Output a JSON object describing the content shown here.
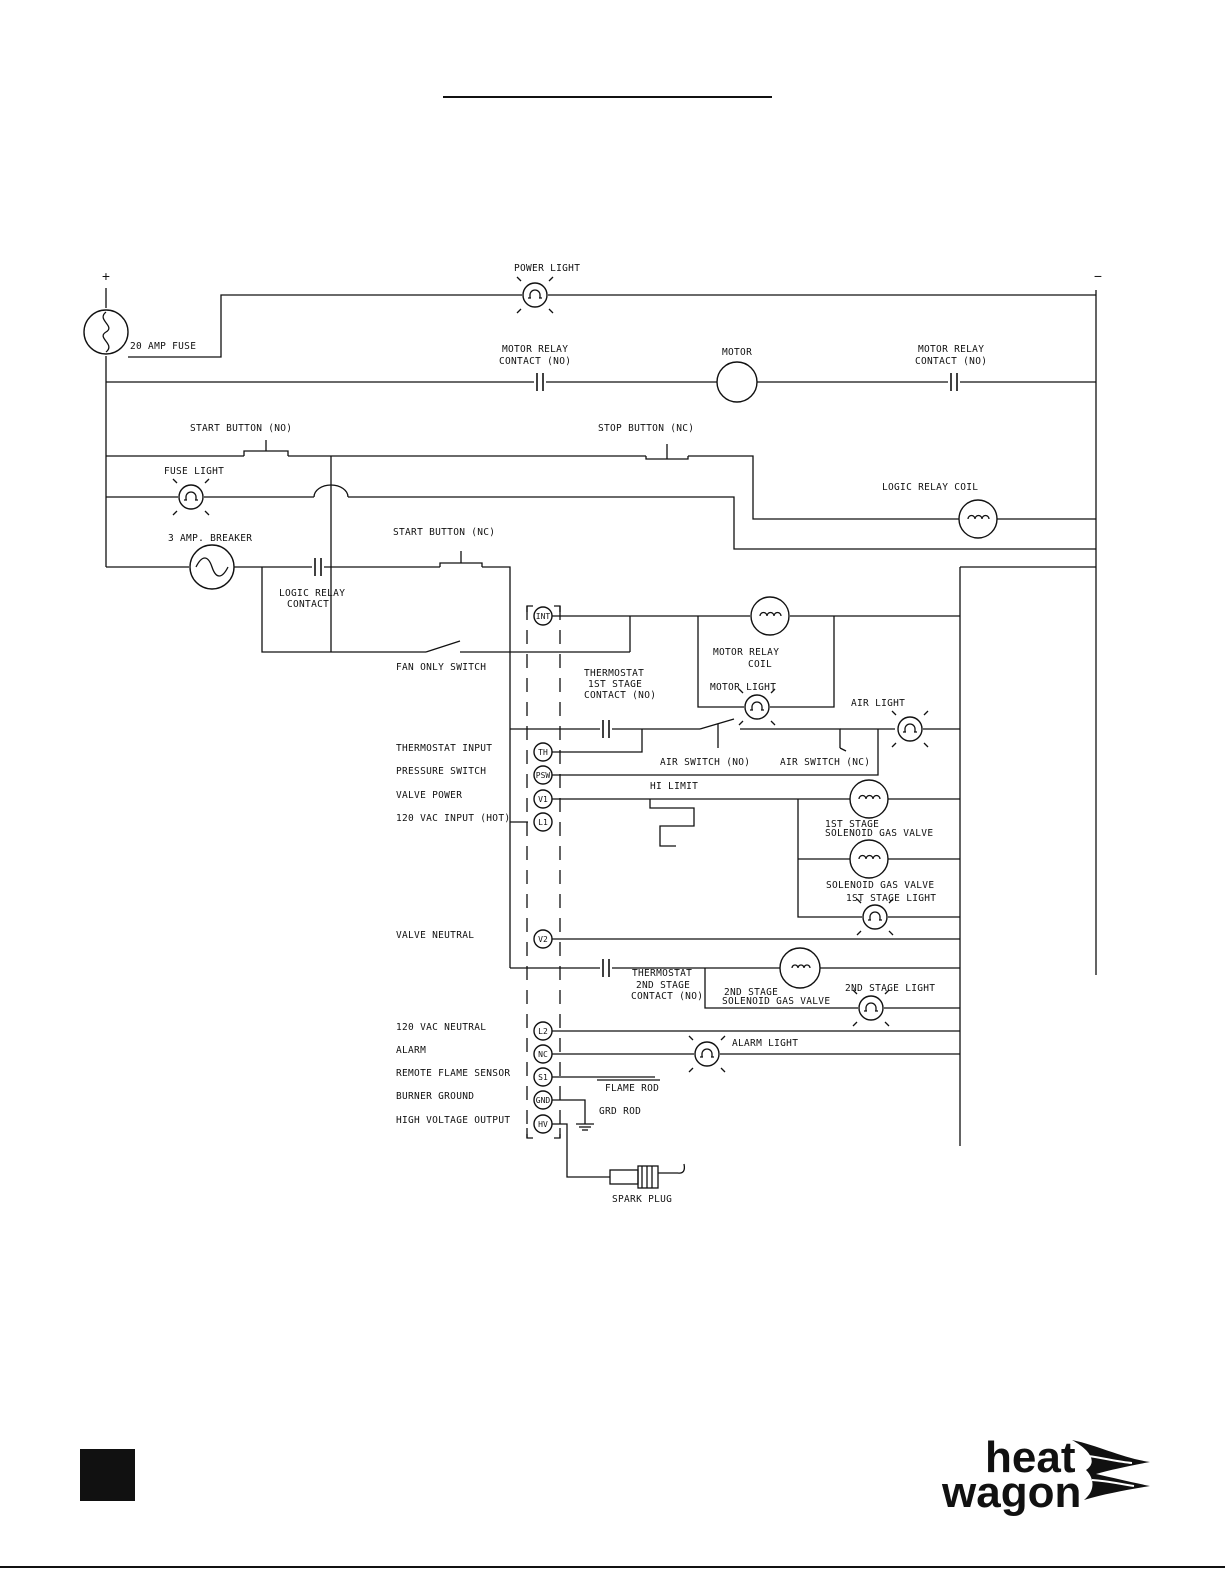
{
  "title": "",
  "polarity": {
    "positive": "+",
    "negative": "−"
  },
  "components": {
    "power_light": "POWER LIGHT",
    "fuse": "20 AMP FUSE",
    "motor_relay_contact_1": [
      "MOTOR RELAY",
      "CONTACT (NO)"
    ],
    "motor": "MOTOR",
    "motor_relay_contact_2": [
      "MOTOR RELAY",
      "CONTACT (NO)"
    ],
    "start_button_no": "START BUTTON (NO)",
    "stop_button_nc": "STOP  BUTTON (NC)",
    "fuse_light": "FUSE LIGHT",
    "logic_relay_coil": "LOGIC RELAY COIL",
    "breaker": "3 AMP. BREAKER",
    "start_button_nc": "START  BUTTON (NC)",
    "logic_relay_contact": [
      "LOGIC RELAY",
      "CONTACT"
    ],
    "fan_only_switch": "FAN ONLY SWITCH",
    "motor_relay_coil": [
      "MOTOR RELAY",
      "COIL"
    ],
    "thermostat_1st": [
      "THERMOSTAT",
      "1ST STAGE",
      "CONTACT (NO)"
    ],
    "motor_light": "MOTOR LIGHT",
    "air_light": "AIR LIGHT",
    "air_switch_no": "AIR SWITCH (NO)",
    "air_switch_nc": "AIR SWITCH (NC)",
    "hi_limit": "HI LIMIT",
    "gas_valve_1st": [
      "1ST STAGE",
      "SOLENOID GAS VALVE"
    ],
    "gas_valve": "SOLENOID GAS VALVE",
    "stage1_light": "1ST STAGE LIGHT",
    "thermostat_2nd": [
      "THERMOSTAT",
      "2ND STAGE",
      "CONTACT (NO)"
    ],
    "gas_valve_2nd": [
      "2ND STAGE",
      "SOLENOID GAS VALVE"
    ],
    "stage2_light": "2ND STAGE LIGHT",
    "alarm_light": "ALARM LIGHT",
    "flame_rod": "FLAME ROD",
    "grd_rod": "GRD ROD",
    "spark_plug": "SPARK PLUG"
  },
  "terminals": [
    {
      "code": "INT",
      "label": ""
    },
    {
      "code": "TH",
      "label": "THERMOSTAT INPUT"
    },
    {
      "code": "PSW",
      "label": "PRESSURE SWITCH"
    },
    {
      "code": "V1",
      "label": "VALVE POWER"
    },
    {
      "code": "L1",
      "label": "120 VAC INPUT (HOT)"
    },
    {
      "code": "V2",
      "label": "VALVE NEUTRAL"
    },
    {
      "code": "L2",
      "label": "120 VAC NEUTRAL"
    },
    {
      "code": "NC",
      "label": "ALARM"
    },
    {
      "code": "S1",
      "label": "REMOTE FLAME SENSOR"
    },
    {
      "code": "GND",
      "label": "BURNER GROUND"
    },
    {
      "code": "HV",
      "label": "HIGH VOLTAGE OUTPUT"
    }
  ],
  "footer": {
    "logo_line1": "heat",
    "logo_line2": "wagon"
  }
}
